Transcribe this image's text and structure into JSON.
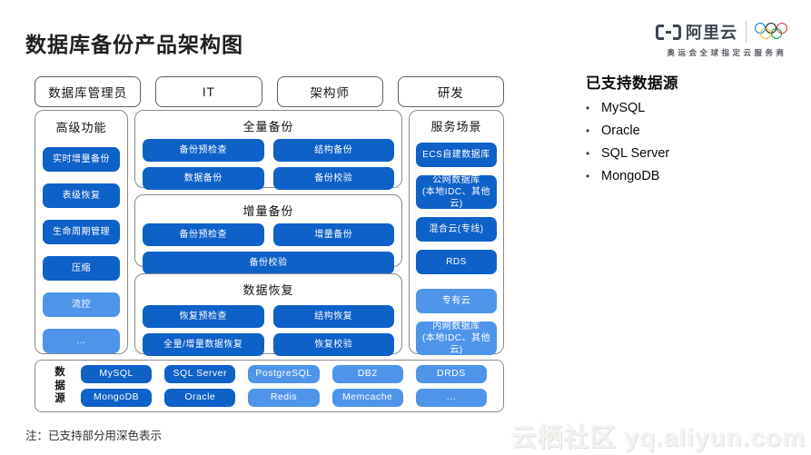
{
  "header": {
    "title": "数据库备份产品架构图"
  },
  "logo": {
    "brand": "阿里云",
    "tagline": "奥运会全球指定云服务商"
  },
  "roles": {
    "items": [
      {
        "label": "数据库管理员"
      },
      {
        "label": "IT"
      },
      {
        "label": "架构师"
      },
      {
        "label": "研发"
      }
    ]
  },
  "advanced_features": {
    "title": "高级功能",
    "items": [
      {
        "label": "实时增量备份",
        "supported": true
      },
      {
        "label": "表级恢复",
        "supported": true
      },
      {
        "label": "生命周期管理",
        "supported": true
      },
      {
        "label": "压缩",
        "supported": true
      },
      {
        "label": "流控",
        "supported": false
      },
      {
        "label": "...",
        "supported": false
      }
    ]
  },
  "full_backup": {
    "title": "全量备份",
    "items": [
      {
        "label": "备份预检查",
        "supported": true
      },
      {
        "label": "结构备份",
        "supported": true
      },
      {
        "label": "数据备份",
        "supported": true
      },
      {
        "label": "备份校验",
        "supported": true
      }
    ]
  },
  "incremental_backup": {
    "title": "增量备份",
    "items": [
      {
        "label": "备份预检查",
        "supported": true
      },
      {
        "label": "增量备份",
        "supported": true
      },
      {
        "label": "备份校验",
        "supported": true
      }
    ]
  },
  "data_recovery": {
    "title": "数据恢复",
    "items": [
      {
        "label": "恢复预检查",
        "supported": true
      },
      {
        "label": "结构恢复",
        "supported": true
      },
      {
        "label": "全量/增量数据恢复",
        "supported": true
      },
      {
        "label": "恢复校验",
        "supported": true
      }
    ]
  },
  "service_scenarios": {
    "title": "服务场景",
    "items": [
      {
        "label": "ECS自建数据库",
        "supported": true
      },
      {
        "label": "公网数据库\n(本地IDC、其他云)",
        "supported": true
      },
      {
        "label": "混合云(专线)",
        "supported": true
      },
      {
        "label": "RDS",
        "supported": true
      },
      {
        "label": "专有云",
        "supported": false
      },
      {
        "label": "内网数据库\n(本地IDC、其他云)",
        "supported": false
      }
    ]
  },
  "data_sources": {
    "title": "数据源",
    "rows": [
      [
        {
          "label": "MySQL",
          "supported": true
        },
        {
          "label": "SQL Server",
          "supported": true
        },
        {
          "label": "PostgreSQL",
          "supported": false
        },
        {
          "label": "DB2",
          "supported": false
        },
        {
          "label": "DRDS",
          "supported": false
        }
      ],
      [
        {
          "label": "MongoDB",
          "supported": true
        },
        {
          "label": "Oracle",
          "supported": true
        },
        {
          "label": "Redis",
          "supported": false
        },
        {
          "label": "Memcache",
          "supported": false
        },
        {
          "label": "...",
          "supported": false
        }
      ]
    ]
  },
  "supported_panel": {
    "title": "已支持数据源",
    "items": [
      "MySQL",
      "Oracle",
      "SQL Server",
      "MongoDB"
    ]
  },
  "footer": {
    "note": "注：已支持部分用深色表示",
    "watermark": "云栖社区 yq.aliyun.com"
  },
  "colors": {
    "supported_dark": "#0e61c7",
    "unsupported_light": "#4e95ea"
  }
}
